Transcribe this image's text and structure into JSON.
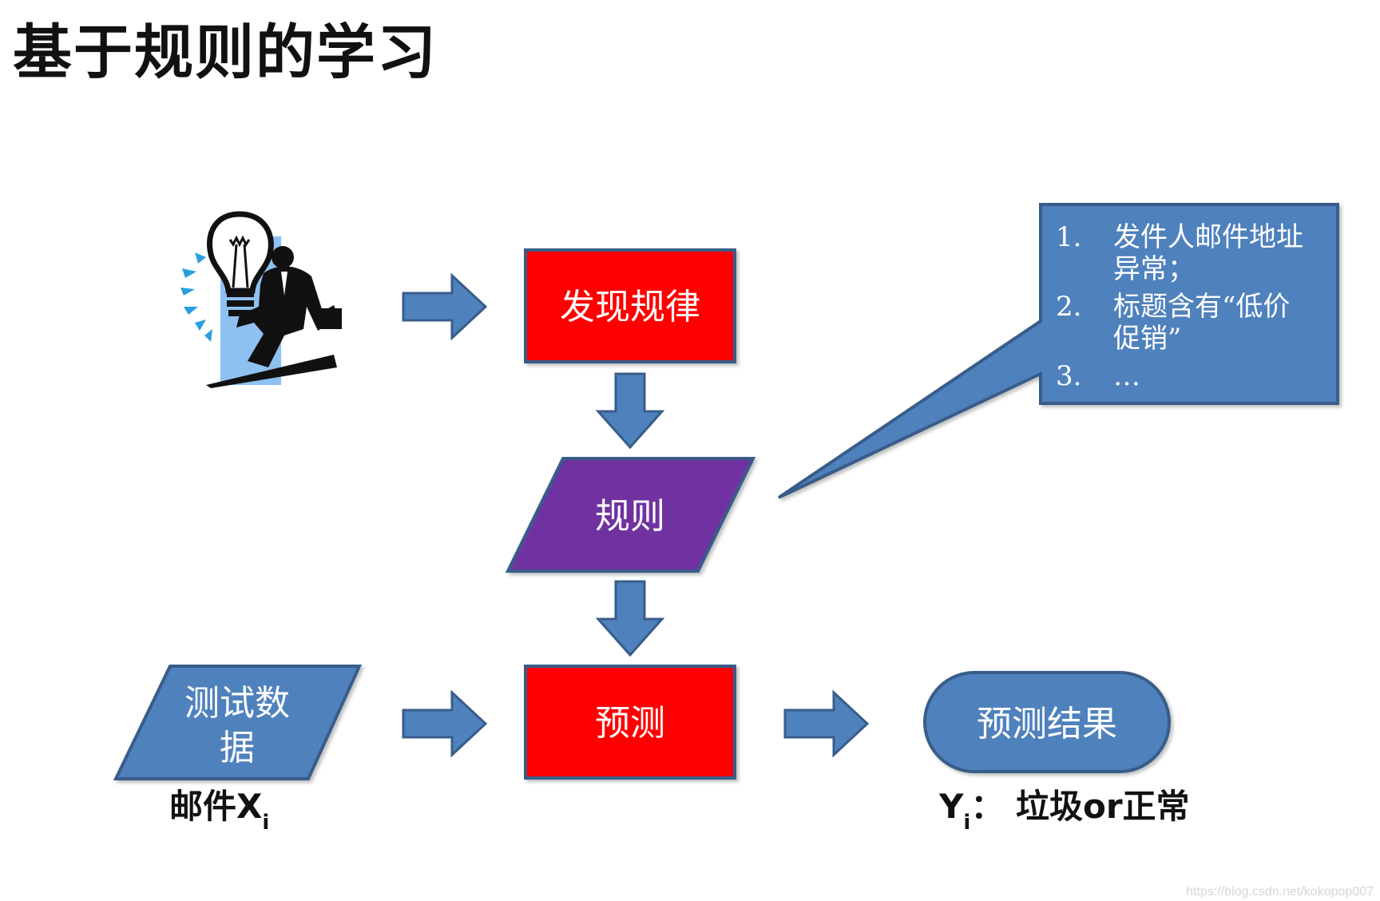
{
  "title": "基于规则的学习",
  "nodes": {
    "discover": "发现规律",
    "rule": "规则",
    "test_data_line1": "测试数",
    "test_data_line2": "据",
    "predict": "预测",
    "result": "预测结果"
  },
  "captions": {
    "input_prefix": "邮件X",
    "input_sub": "i",
    "output_prefix": "Y",
    "output_sub": "i",
    "output_suffix": "： 垃圾or正常"
  },
  "callout": {
    "items": [
      {
        "num": "1.",
        "lines": [
          "发件人邮件地址",
          "异常；"
        ]
      },
      {
        "num": "2.",
        "lines": [
          "标题含有“低价",
          "促销”"
        ]
      },
      {
        "num": "3.",
        "lines": [
          "…"
        ]
      }
    ]
  },
  "watermark": "https://blog.csdn.net/kokopop007",
  "colors": {
    "blue": "#4F81BD",
    "blue_dark": "#385D8A",
    "red": "#FF0000",
    "purple": "#7030A0"
  }
}
